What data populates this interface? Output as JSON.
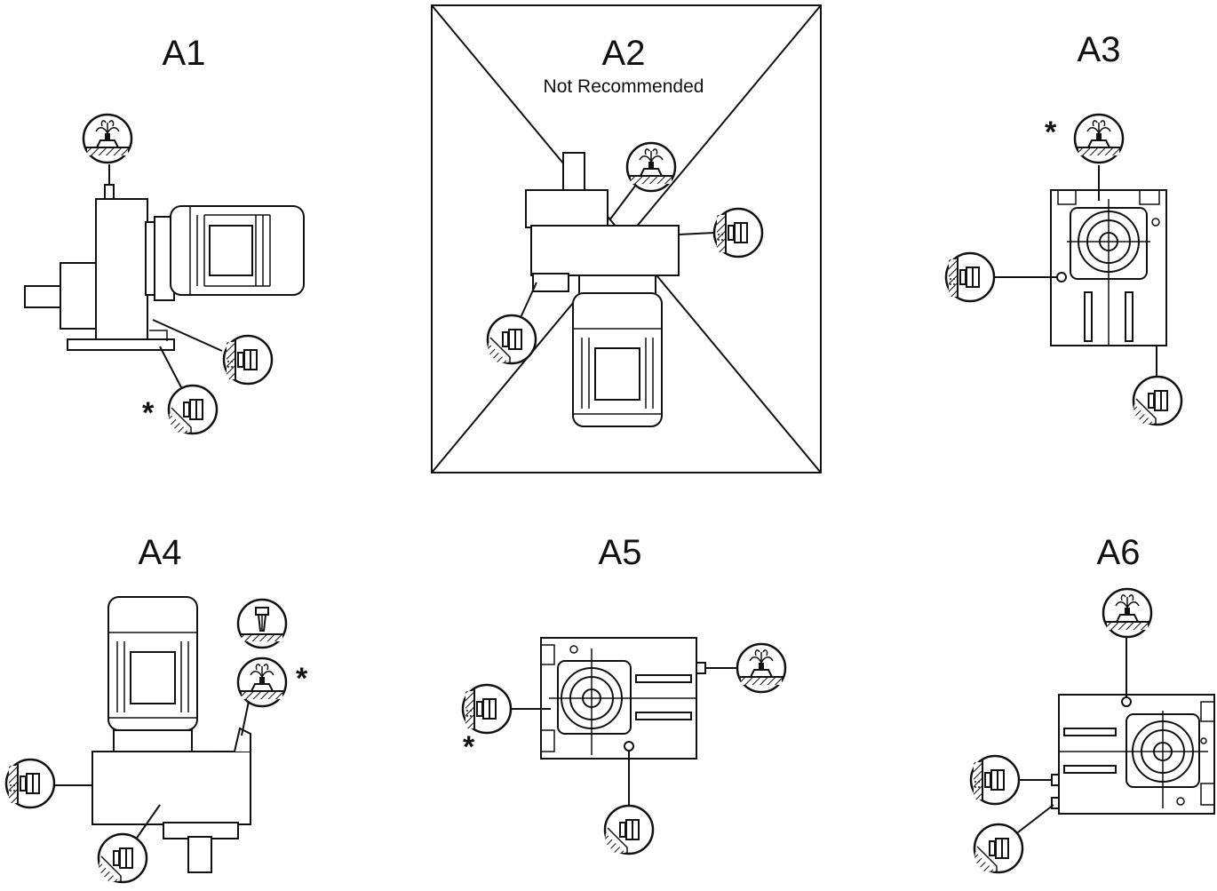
{
  "panels": [
    {
      "id": "A1",
      "label": "A1"
    },
    {
      "id": "A2",
      "label": "A2",
      "note": "Not Recommended"
    },
    {
      "id": "A3",
      "label": "A3"
    },
    {
      "id": "A4",
      "label": "A4"
    },
    {
      "id": "A5",
      "label": "A5"
    },
    {
      "id": "A6",
      "label": "A6"
    }
  ],
  "marker": "*",
  "icons": {
    "breather": "breather-plug-icon",
    "level": "oil-level-plug-icon",
    "drain": "drain-plug-icon",
    "fill": "fill-plug-icon"
  }
}
